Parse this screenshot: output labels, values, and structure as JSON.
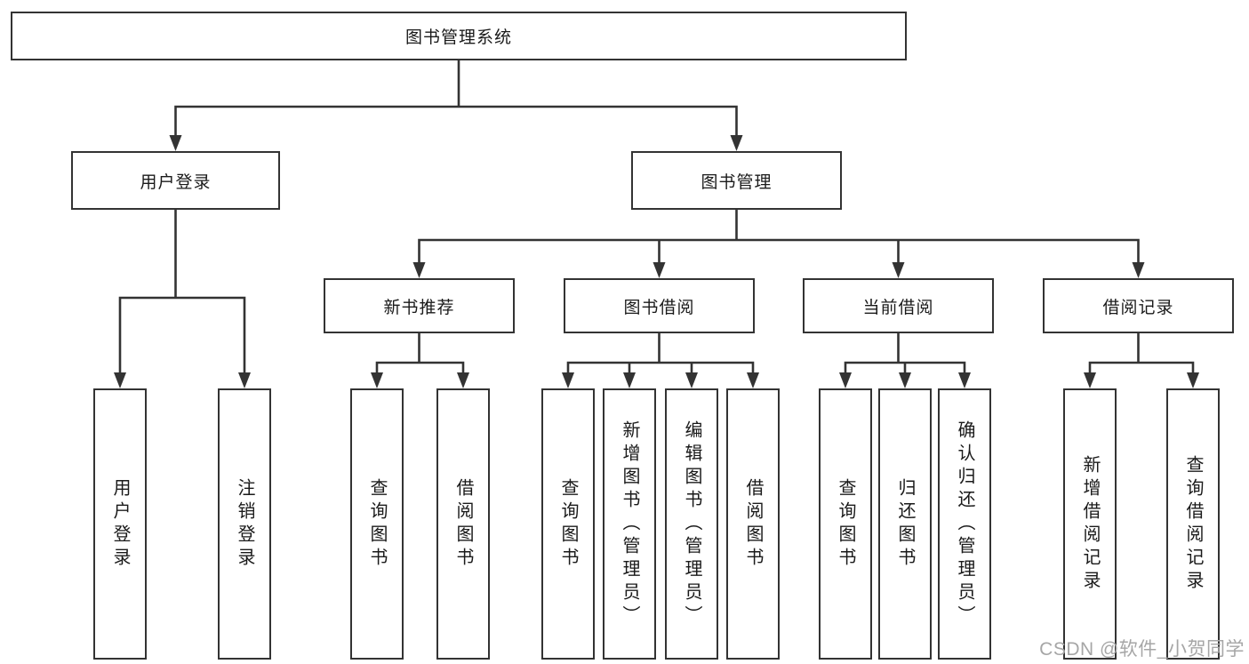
{
  "colors": {
    "line": "#333333",
    "box_border": "#333333",
    "text": "#1a1a1a",
    "watermark": "#a6a6a6",
    "background": "#ffffff"
  },
  "watermark": "CSDN @软件_小贺同学",
  "tree": {
    "root": {
      "label": "图书管理系统"
    },
    "branches": [
      {
        "label": "用户登录",
        "children": [
          "用户登录",
          "注销登录"
        ]
      },
      {
        "label": "图书管理",
        "sections": [
          {
            "label": "新书推荐",
            "children": [
              "查询图书",
              "借阅图书"
            ]
          },
          {
            "label": "图书借阅",
            "children": [
              "查询图书",
              "新增图书（管理员）",
              "编辑图书（管理员）",
              "借阅图书"
            ]
          },
          {
            "label": "当前借阅",
            "children": [
              "查询图书",
              "归还图书",
              "确认归还（管理员）"
            ]
          },
          {
            "label": "借阅记录",
            "children": [
              "新增借阅记录",
              "查询借阅记录"
            ]
          }
        ]
      }
    ]
  }
}
